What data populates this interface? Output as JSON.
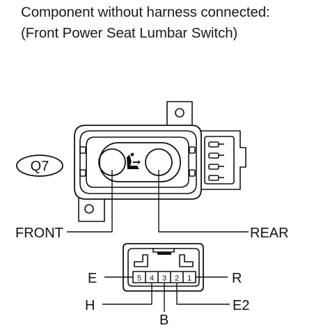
{
  "title": {
    "line1": "Component without harness connected:",
    "line2": "(Front Power Seat Lumbar Switch)"
  },
  "diagram": {
    "code": "Q7",
    "labels": {
      "front": "FRONT",
      "rear": "REAR",
      "e": "E",
      "r": "R",
      "h": "H",
      "e2": "E2",
      "b": "B"
    },
    "pins": [
      "5",
      "4",
      "3",
      "2",
      "1"
    ]
  },
  "colors": {
    "line": "#111111",
    "background": "#ffffff"
  }
}
